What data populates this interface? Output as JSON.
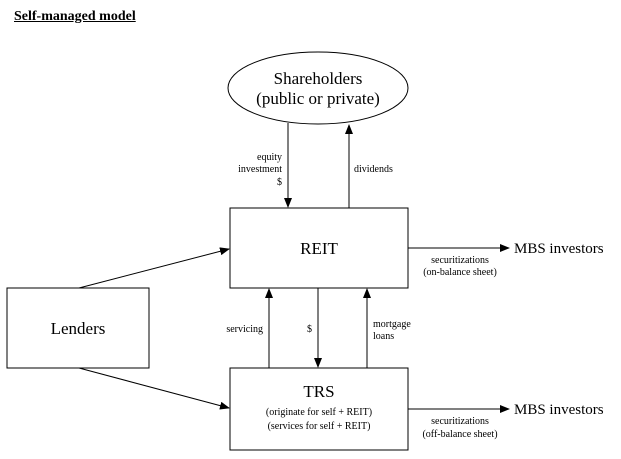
{
  "title": "Self-managed model",
  "nodes": {
    "shareholders": {
      "line1": "Shareholders",
      "line2": "(public or private)"
    },
    "reit": {
      "label": "REIT"
    },
    "lenders": {
      "label": "Lenders"
    },
    "trs": {
      "label": "TRS",
      "sub1": "(originate for self + REIT)",
      "sub2": "(services for self + REIT)"
    }
  },
  "edges": {
    "equity_investment": {
      "line1": "equity",
      "line2": "investment",
      "line3": "$"
    },
    "dividends": {
      "label": "dividends"
    },
    "servicing": {
      "label": "servicing"
    },
    "dollar": {
      "label": "$"
    },
    "mortgage_loans": {
      "line1": "mortgage",
      "line2": "loans"
    },
    "reit_securitizations": {
      "line1": "securitizations",
      "line2": "(on-balance sheet)"
    },
    "trs_securitizations": {
      "line1": "securitizations",
      "line2": "(off-balance sheet)"
    }
  },
  "destinations": {
    "reit_mbs": "MBS investors",
    "trs_mbs": "MBS investors"
  }
}
